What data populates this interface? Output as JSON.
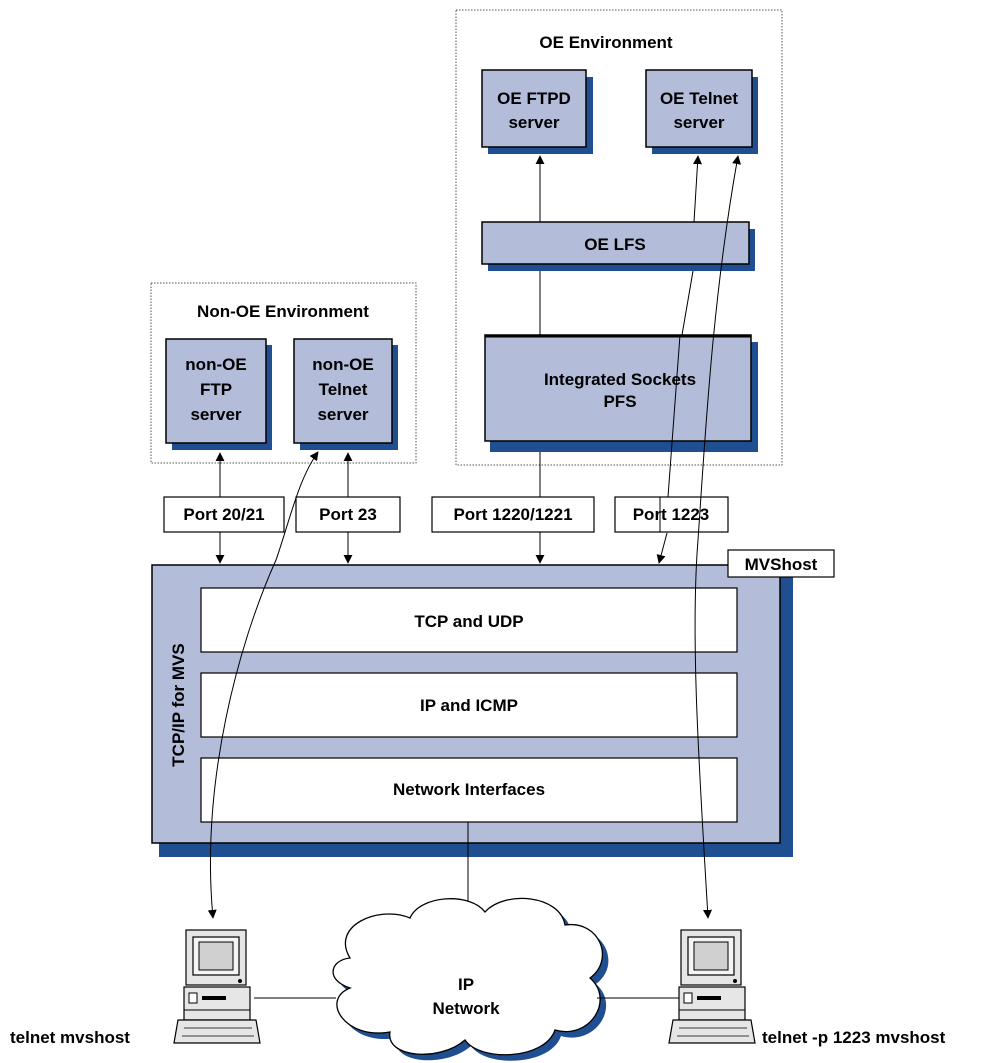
{
  "oe_environment": {
    "title": "OE Environment",
    "ftpd_server": [
      "OE FTPD",
      "server"
    ],
    "telnet_server": [
      "OE Telnet",
      "server"
    ],
    "lfs": "OE LFS",
    "sockets_pfs": [
      "Integrated Sockets",
      "PFS"
    ]
  },
  "non_oe_environment": {
    "title": "Non-OE Environment",
    "ftp_server": [
      "non-OE",
      "FTP",
      "server"
    ],
    "telnet_server": [
      "non-OE",
      "Telnet",
      "server"
    ]
  },
  "ports": [
    "Port 20/21",
    "Port 23",
    "Port 1220/1221",
    "Port 1223"
  ],
  "host": {
    "name": "MVShost",
    "stack_label": "TCP/IP for MVS",
    "layers": [
      "TCP and UDP",
      "IP and ICMP",
      "Network Interfaces"
    ]
  },
  "network": {
    "cloud_label": [
      "IP",
      "Network"
    ]
  },
  "clients": {
    "left_command": "telnet mvshost",
    "right_command": "telnet -p 1223 mvshost"
  },
  "colors": {
    "box_fill": "#b3bcd9",
    "shadow": "#1f4f91"
  }
}
